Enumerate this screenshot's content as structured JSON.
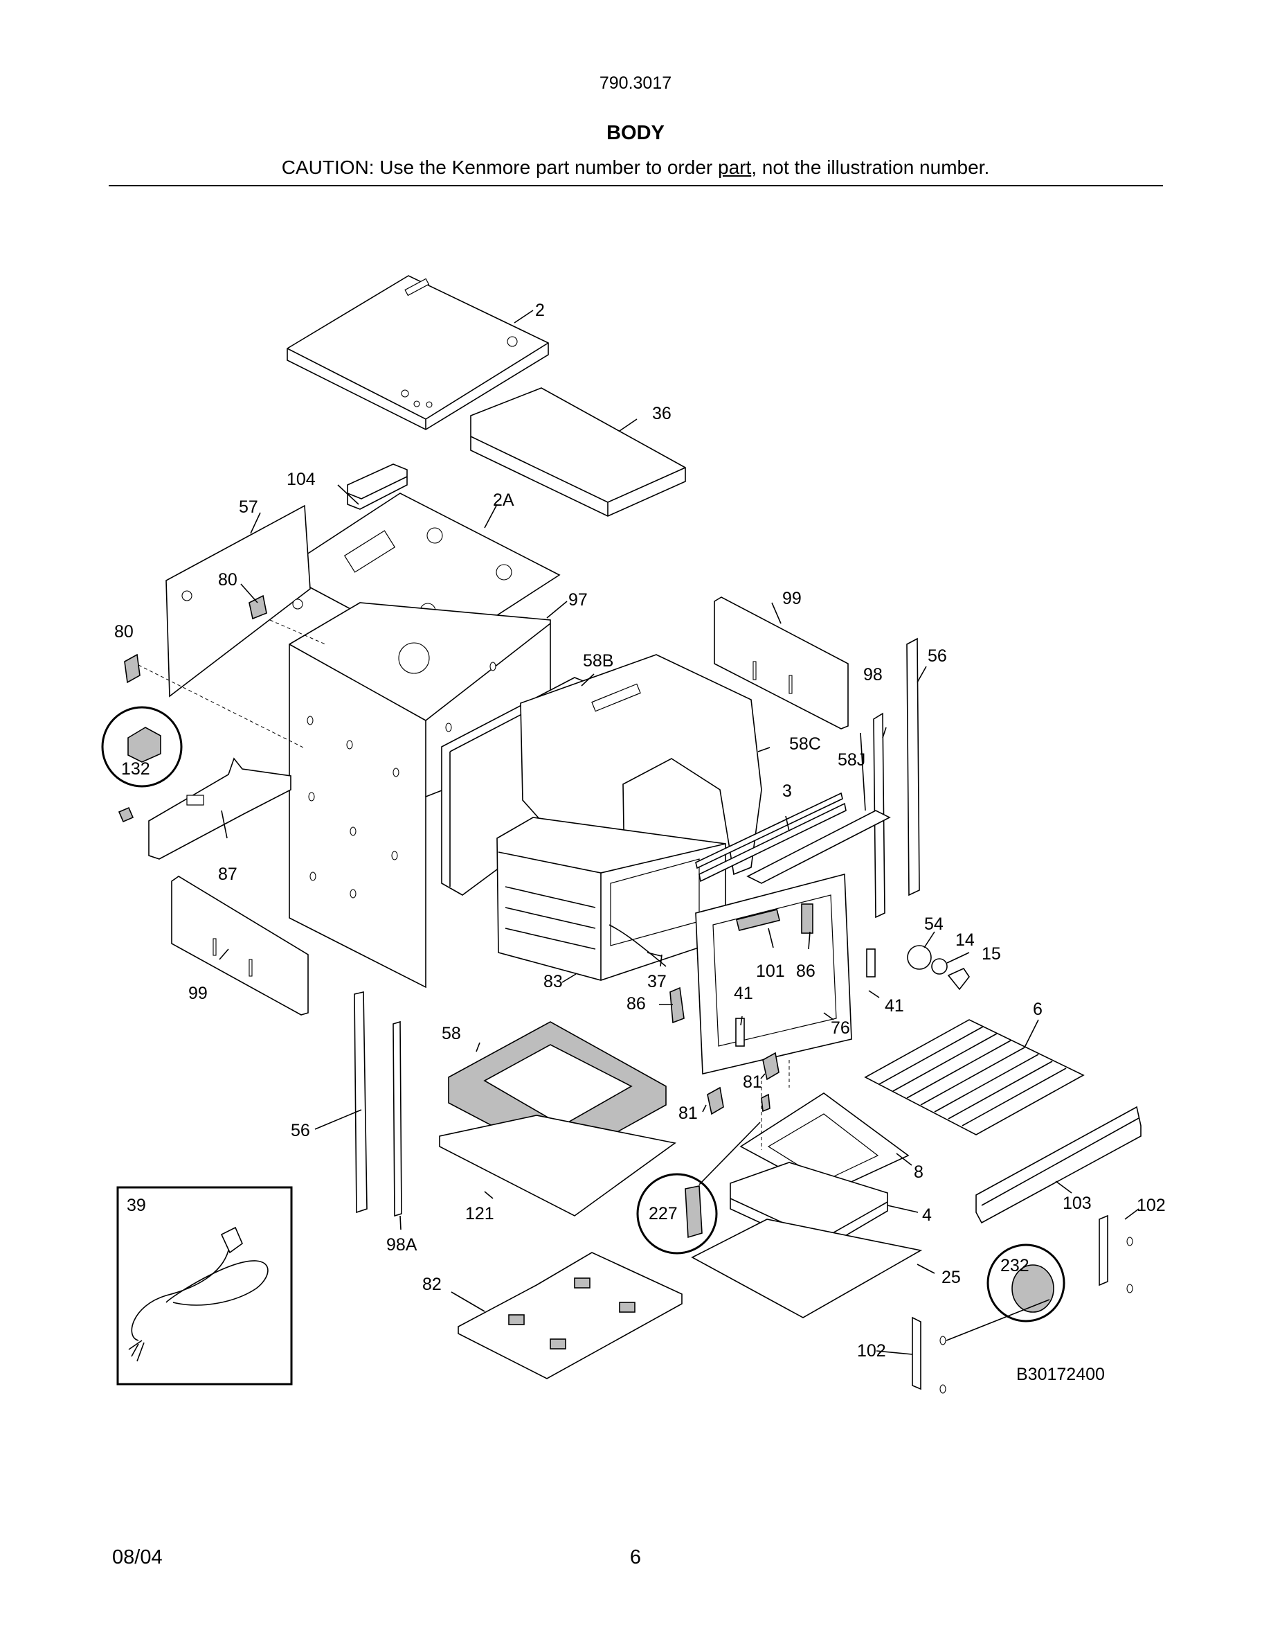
{
  "header": {
    "model_number": "790.3017",
    "section_title": "BODY",
    "caution_before": "CAUTION: Use the Kenmore part number to order ",
    "caution_underlined": "part",
    "caution_after": ", not the illustration number."
  },
  "callouts": {
    "c2": "2",
    "c36": "36",
    "c104": "104",
    "c57": "57",
    "c2A": "2A",
    "c80a": "80",
    "c80b": "80",
    "c97": "97",
    "c99a": "99",
    "c56a": "56",
    "c98": "98",
    "c58B": "58B",
    "c58C": "58C",
    "c58J": "58J",
    "c3": "3",
    "c132": "132",
    "c87": "87",
    "c99b": "99",
    "c54": "54",
    "c14": "14",
    "c15": "15",
    "c83": "83",
    "c37": "37",
    "c101": "101",
    "c86a": "86",
    "c86b": "86",
    "c41a": "41",
    "c41b": "41",
    "c76": "76",
    "c6": "6",
    "c58": "58",
    "c56b": "56",
    "c81a": "81",
    "c81b": "81",
    "c8": "8",
    "c121": "121",
    "c227": "227",
    "c4": "4",
    "c103": "103",
    "c102a": "102",
    "c39": "39",
    "c98A": "98A",
    "c82": "82",
    "c25": "25",
    "c232": "232",
    "c102b": "102"
  },
  "diagram_code": "B30172400",
  "footer": {
    "date": "08/04",
    "page": "6"
  }
}
